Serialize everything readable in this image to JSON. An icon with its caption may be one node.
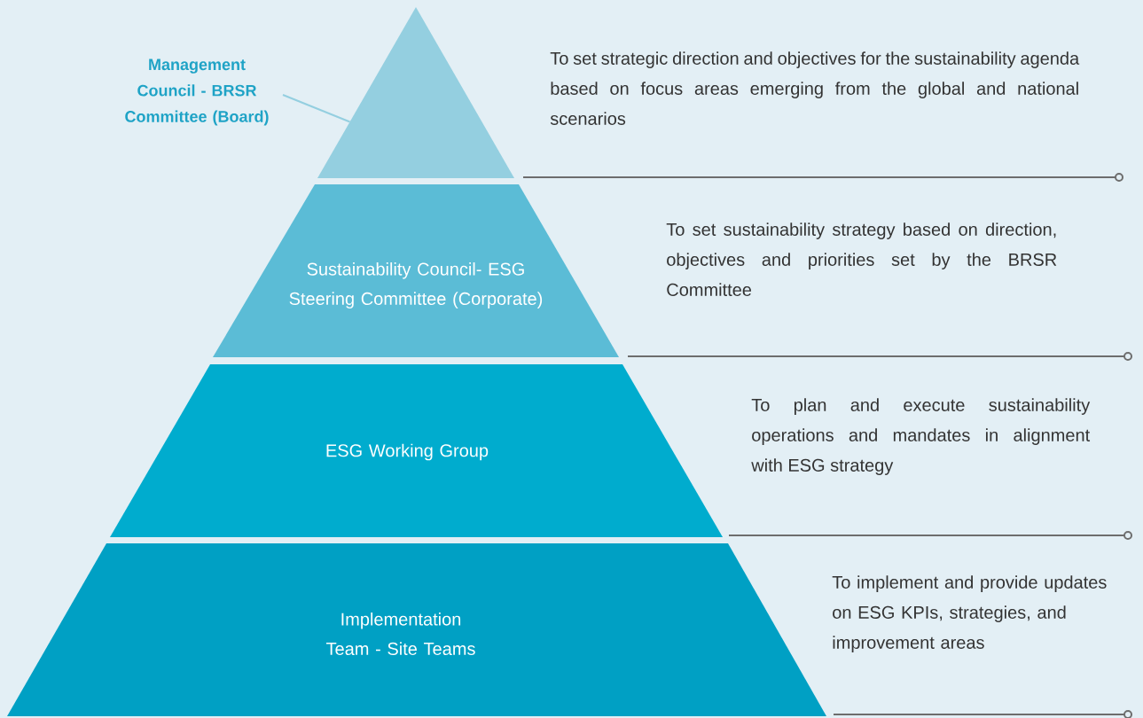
{
  "diagram": {
    "nodes": [
      {
        "text": [
          "Management Council - BRSR Committee (Board)"
        ]
      },
      {
        "text": [],
        "shape": "triangle",
        "beside": [
          "To set strategic direction and objectives for the sustainability agenda based on focus areas emerging from the global and national scenarios"
        ]
      },
      {
        "text": [
          "Sustainability Council- ESG Steering Committee (Corporate)"
        ],
        "beside": [
          "To set sustainability strategy based on direction, objectives and priorities set by the BRSR Committee"
        ]
      },
      {
        "text": [
          "ESG Working Group"
        ],
        "beside": [
          "To plan and execute sustainability operations and mandates in alignment with ESG strategy"
        ]
      },
      {
        "text": [
          "Implementation Team - Site Teams"
        ],
        "beside": [
          "To implement and provide updates on ESG KPIs, strategies, and improvement areas"
        ]
      }
    ],
    "edges": [
      {
        "from": 0,
        "to": 1,
        "arrow": "none"
      }
    ]
  }
}
